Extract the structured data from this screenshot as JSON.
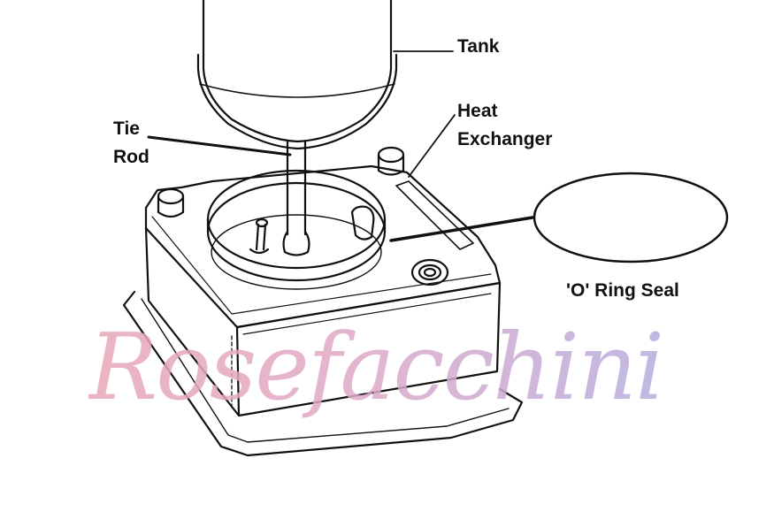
{
  "labels": {
    "tank": "Tank",
    "heat_exchanger_line1": "Heat",
    "heat_exchanger_line2": "Exchanger",
    "tie_rod_line1": "Tie",
    "tie_rod_line2": "Rod",
    "o_ring_seal": "'O' Ring Seal"
  },
  "watermark": {
    "text": "Rosefacchini"
  },
  "colors": {
    "ink": "#111111",
    "watermark_pink": "#e9a8b8",
    "watermark_lavender": "#b6acdf",
    "background": "#ffffff"
  }
}
